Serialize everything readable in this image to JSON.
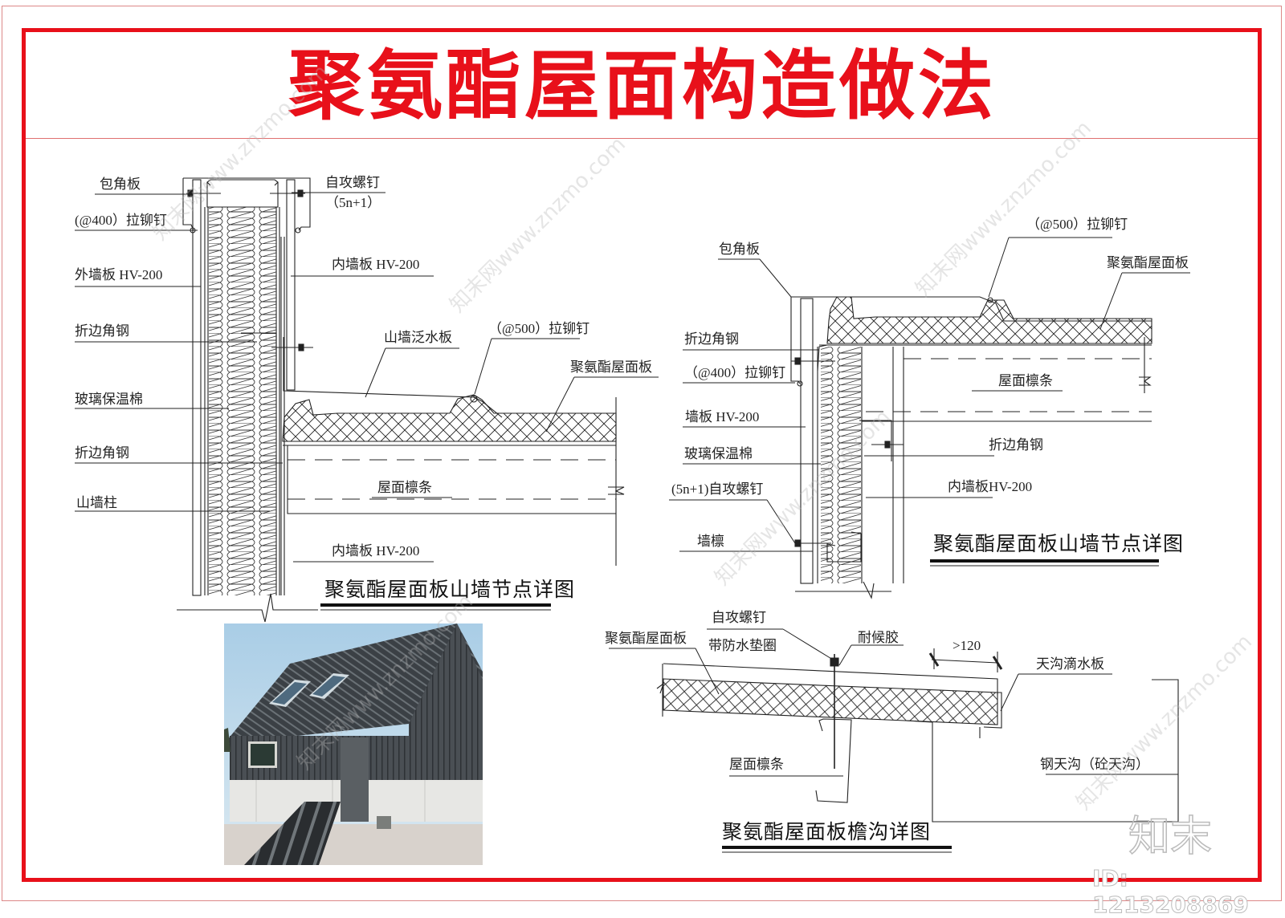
{
  "sheet": {
    "title": "聚氨酯屋面构造做法",
    "border_color": "#e8101a"
  },
  "detail_gable_left": {
    "caption": "聚氨酯屋面板山墙节点详图",
    "labels": {
      "corner_plate": "包角板",
      "rivet_400": "(@400）拉铆钉",
      "outer_wall_panel": "外墙板  HV-200",
      "folded_angle_1": "折边角钢",
      "glass_wool": "玻璃保温棉",
      "folded_angle_2": "折边角钢",
      "gable_column": "山墙柱",
      "self_tapping_screw": "自攻螺钉",
      "screw_qty": "（5n+1）",
      "inner_wall_panel_top": "内墙板  HV-200",
      "gable_flashing": "山墙泛水板",
      "rivet_500": "（@500）拉铆钉",
      "pu_roof_panel": "聚氨酯屋面板",
      "roof_purlin": "屋面檩条",
      "inner_wall_panel_bottom": "内墙板  HV-200"
    }
  },
  "detail_gable_right": {
    "caption": "聚氨酯屋面板山墙节点详图",
    "labels": {
      "rivet_500": "（@500）拉铆钉",
      "corner_plate": "包角板",
      "pu_roof_panel": "聚氨酯屋面板",
      "folded_angle_1": "折边角钢",
      "rivet_400": "（@400）拉铆钉",
      "roof_purlin": "屋面檩条",
      "wall_panel": "墙板  HV-200",
      "folded_angle_2": "折边角钢",
      "glass_wool": "玻璃保温棉",
      "screw": "(5n+1)自攻螺钉",
      "inner_wall_panel": "内墙板HV-200",
      "wall_purlin": "墙檩"
    }
  },
  "detail_eave_gutter": {
    "caption": "聚氨酯屋面板檐沟详图",
    "labels": {
      "pu_roof_panel": "聚氨酯屋面板",
      "screw": "自攻螺钉",
      "washer": "带防水垫圈",
      "sealant": "耐候胶",
      "overhang_dim": ">120",
      "drip_plate": "天沟滴水板",
      "roof_purlin": "屋面檩条",
      "steel_gutter": "钢天沟（砼天沟）"
    }
  },
  "photo": {
    "subject": "house-with-metal-roof-photo"
  },
  "watermark": {
    "logo": "知末",
    "id": "ID: 1213208869",
    "site": "知末网www.znzmo.com"
  }
}
